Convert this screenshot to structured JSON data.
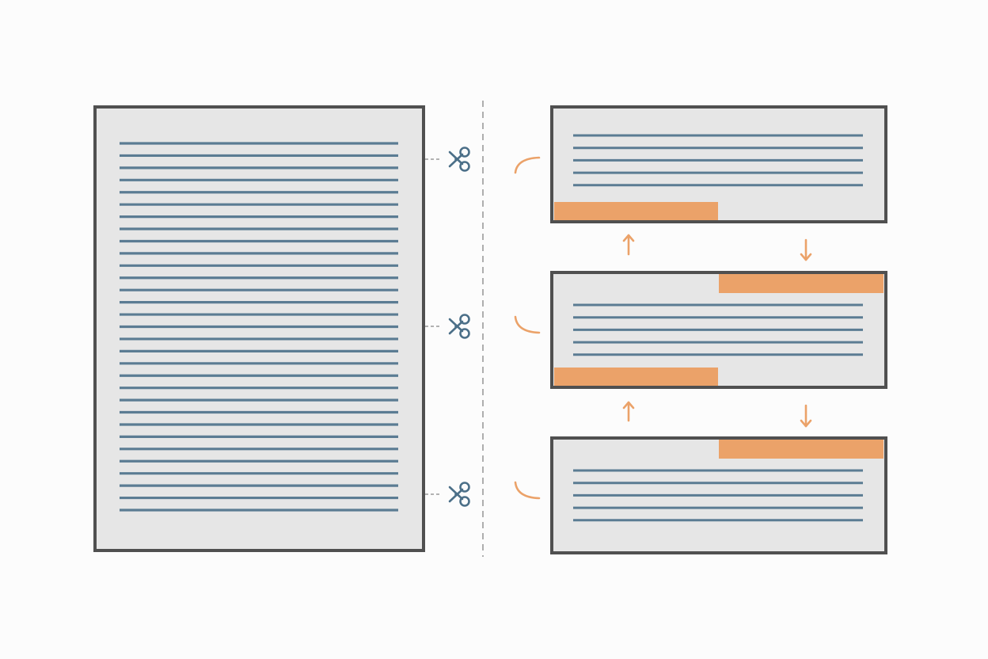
{
  "colors": {
    "background": "#fcfcfc",
    "panel_fill": "#e6e6e6",
    "panel_border": "#505050",
    "text_line": "#5b7c93",
    "overlap_highlight": "#eba269",
    "arrow": "#eba269",
    "divider": "#9a9a9a",
    "scissors": "#4b6f88"
  },
  "icons": {
    "cut_marker": "scissors-icon",
    "chunk_bracket": "bracket-icon",
    "overlap_up": "arrow-up-icon",
    "overlap_down": "arrow-down-icon"
  },
  "source_document": {
    "text_line_count": 31,
    "cut_points": 3
  },
  "chunks": [
    {
      "text_lines": 5,
      "overlap_top": false,
      "overlap_bottom": true
    },
    {
      "text_lines": 5,
      "overlap_top": true,
      "overlap_bottom": true
    },
    {
      "text_lines": 5,
      "overlap_top": true,
      "overlap_bottom": false
    }
  ]
}
